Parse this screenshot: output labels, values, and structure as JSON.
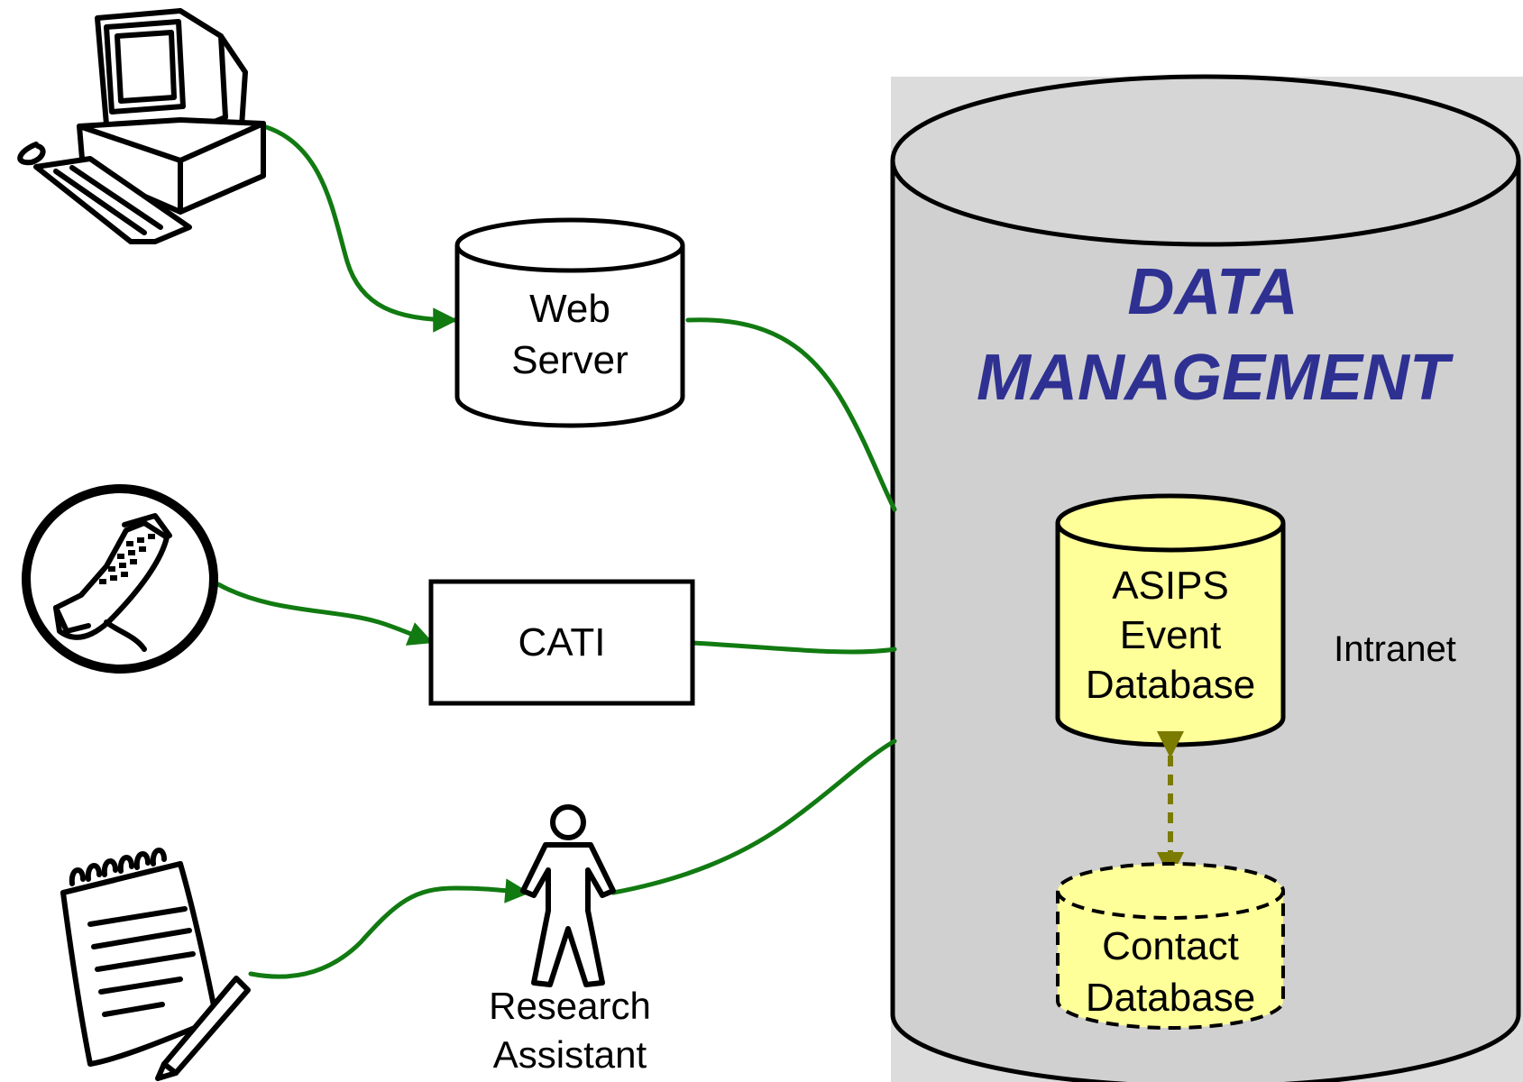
{
  "diagram": {
    "title_line1": "DATA",
    "title_line2": "MANAGEMENT",
    "nodes": {
      "web_server": {
        "line1": "Web",
        "line2": "Server"
      },
      "cati": {
        "label": "CATI"
      },
      "research_assistant": {
        "line1": "Research",
        "line2": "Assistant"
      },
      "asips_db": {
        "line1": "ASIPS",
        "line2": "Event",
        "line3": "Database"
      },
      "contact_db": {
        "line1": "Contact",
        "line2": "Database"
      },
      "intranet": {
        "label": "Intranet"
      }
    },
    "icons": [
      "computer-icon",
      "telephone-icon",
      "paper-form-icon",
      "person-icon"
    ],
    "colors": {
      "flow": "#117a11",
      "title": "#2e3191",
      "panel": "#dcdcdc",
      "database": "#ffff99",
      "link": "#7b7b00"
    }
  }
}
